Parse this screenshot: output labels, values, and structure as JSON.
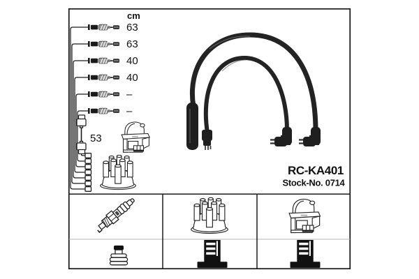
{
  "product": {
    "part_number": "RC-KA401",
    "stock_number": "Stock-No. 0714"
  },
  "header": {
    "unit_label": "cm"
  },
  "cable_table": {
    "rows": [
      {
        "name": "ignition-lead-1",
        "length": "63"
      },
      {
        "name": "ignition-lead-2",
        "length": "63"
      },
      {
        "name": "ignition-lead-3",
        "length": "40"
      },
      {
        "name": "ignition-lead-4",
        "length": "40"
      },
      {
        "name": "ignition-lead-5",
        "length": "–"
      },
      {
        "name": "ignition-lead-6",
        "length": "–"
      }
    ],
    "coil_wire": {
      "name": "coil-wire",
      "length": "53"
    }
  },
  "upper_icons": [
    "ignition-coil-icon",
    "distributor-cap-icon",
    "lead-terminals",
    "ignition-cables-photo"
  ],
  "bottom_table": {
    "row1_icons": [
      "spark-plug-icon",
      "distributor-cap-icon",
      "ignition-coil-icon"
    ],
    "row2_icons": [
      "plug-terminal-nut-icon",
      "coil-tower-terminal-icon",
      "coil-tower-terminal-icon"
    ]
  },
  "colors": {
    "ink": "#1a1a1a",
    "frame": "#151515",
    "light_divider": "#b5b5b5",
    "boot_gray": "#9a9a9a",
    "cable_black": "#232323"
  }
}
